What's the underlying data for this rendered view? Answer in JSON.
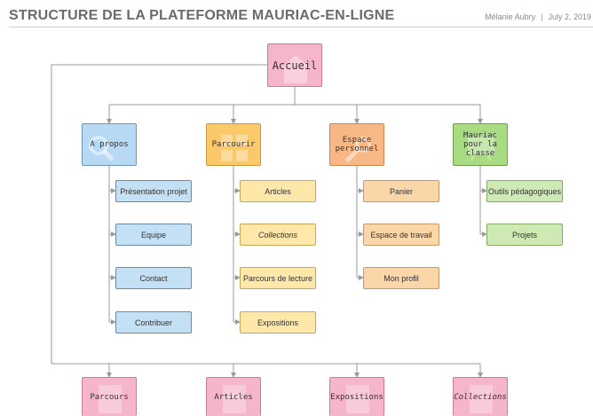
{
  "header": {
    "title": "STRUCTURE DE LA PLATEFORME MAURIAC-EN-LIGNE",
    "author": "Mélanie Aubry",
    "separator": "|",
    "date": "July 2, 2019"
  },
  "colors": {
    "root": "#f4b6c8",
    "apropos": "#b7d9f3",
    "parcourir": "#fbc86a",
    "espace": "#f8b886",
    "mauriac": "#a9dc82",
    "connector": "#9a9a9a"
  },
  "diagram": {
    "root": {
      "label": "Accueil",
      "icon": "home-icon"
    },
    "sections": [
      {
        "id": "apropos",
        "label": "A propos",
        "icon": "magnifier-icon",
        "children": [
          "Présentation projet",
          "Equipe",
          "Contact",
          "Contribuer"
        ]
      },
      {
        "id": "parcourir",
        "label": "Parcourir",
        "icon": "grid-icon",
        "children": [
          "Articles",
          "Collections",
          "Parcours de lecture",
          "Expositions"
        ]
      },
      {
        "id": "espace",
        "label": "Espace\npersonnel",
        "icon": "wrench-icon",
        "children": [
          "Panier",
          "Espace de travail",
          "Mon profil"
        ]
      },
      {
        "id": "mauriac",
        "label": "Mauriac\npour la\nclasse",
        "icon": "board-icon",
        "children": [
          "Outils pédagogiques",
          "Projets"
        ]
      }
    ],
    "bottom": [
      {
        "label": "Parcours",
        "icon": "document-icon"
      },
      {
        "label": "Articles",
        "icon": "document-icon"
      },
      {
        "label": "Expositions",
        "icon": "document-icon"
      },
      {
        "label": "Collections",
        "icon": "document-icon"
      }
    ]
  }
}
